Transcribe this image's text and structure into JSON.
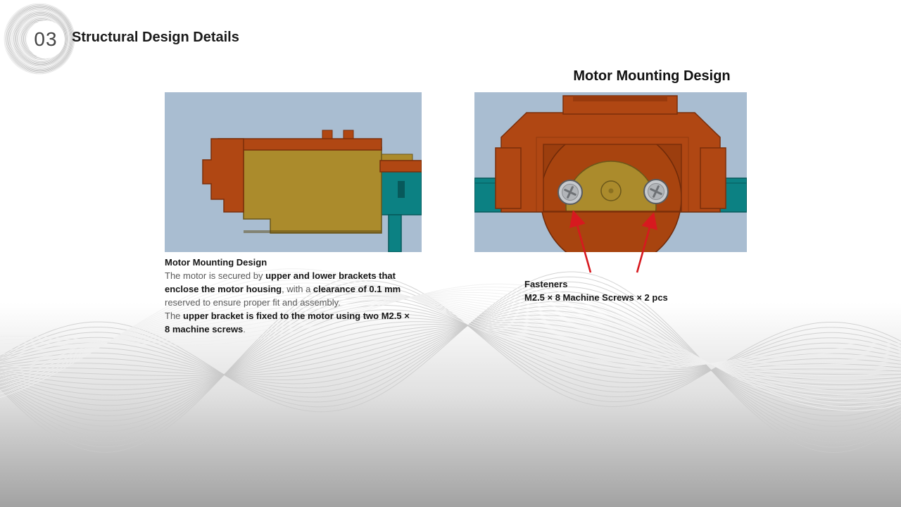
{
  "slide": {
    "number": "03",
    "title": "Structural Design Details"
  },
  "figures": {
    "front_view_heading": "Motor Mounting Design"
  },
  "left_caption": {
    "heading": "Motor Mounting Design",
    "paragraphs": [
      [
        {
          "text": "The motor is secured by ",
          "bold": false
        },
        {
          "text": "upper and lower brackets that enclose the motor housing",
          "bold": true
        },
        {
          "text": ", with a ",
          "bold": false
        },
        {
          "text": "clearance of 0.1 mm",
          "bold": true
        },
        {
          "text": " reserved to ensure proper fit and assembly.",
          "bold": false
        }
      ],
      [
        {
          "text": "The ",
          "bold": false
        },
        {
          "text": "upper bracket is fixed to the motor using two M2.5 × 8 machine screws",
          "bold": true
        },
        {
          "text": ".",
          "bold": false
        }
      ]
    ]
  },
  "fasteners_callout": {
    "heading": "Fasteners",
    "spec": "M2.5 × 8 Machine Screws × 2 pcs"
  },
  "colors": {
    "bracket_orange": "#b04713",
    "motor_olive": "#ab8b2c",
    "lower_bracket_teal": "#0c8183",
    "cad_background": "#a9bdd1",
    "callout_arrow_red": "#d7191f"
  }
}
